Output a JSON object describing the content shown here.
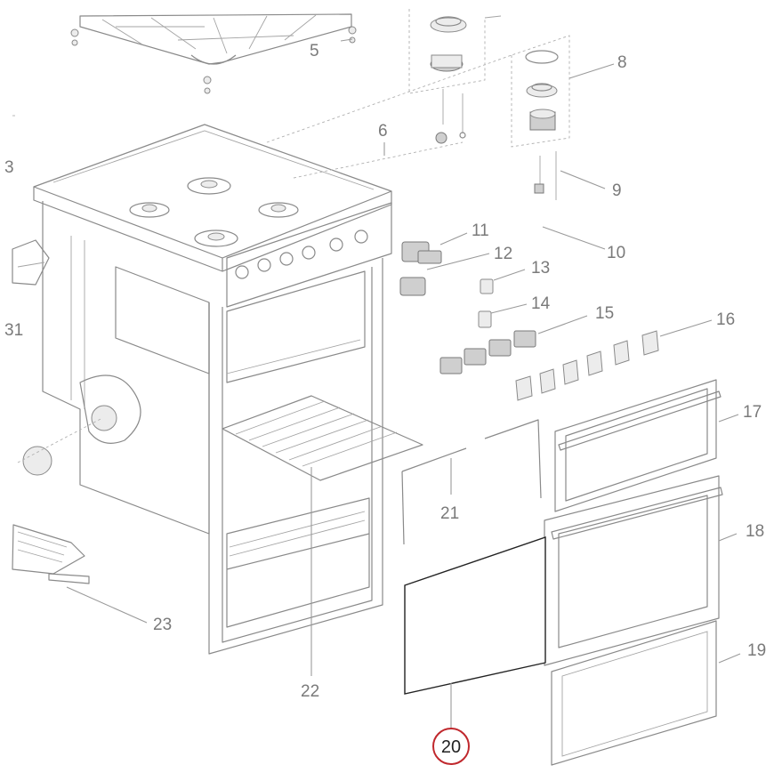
{
  "highlight_color": "#c0282d",
  "callouts": [
    {
      "id": "c3",
      "label": "3"
    },
    {
      "id": "c5",
      "label": "5"
    },
    {
      "id": "c6",
      "label": "6"
    },
    {
      "id": "c8",
      "label": "8"
    },
    {
      "id": "c9",
      "label": "9"
    },
    {
      "id": "c10",
      "label": "10"
    },
    {
      "id": "c11",
      "label": "11"
    },
    {
      "id": "c12",
      "label": "12"
    },
    {
      "id": "c13",
      "label": "13"
    },
    {
      "id": "c14",
      "label": "14"
    },
    {
      "id": "c15",
      "label": "15"
    },
    {
      "id": "c16",
      "label": "16"
    },
    {
      "id": "c17",
      "label": "17"
    },
    {
      "id": "c18",
      "label": "18"
    },
    {
      "id": "c19",
      "label": "19"
    },
    {
      "id": "c20",
      "label": "20",
      "highlighted": true
    },
    {
      "id": "c21",
      "label": "21"
    },
    {
      "id": "c22",
      "label": "22"
    },
    {
      "id": "c23",
      "label": "23"
    },
    {
      "id": "c31",
      "label": "31"
    }
  ]
}
